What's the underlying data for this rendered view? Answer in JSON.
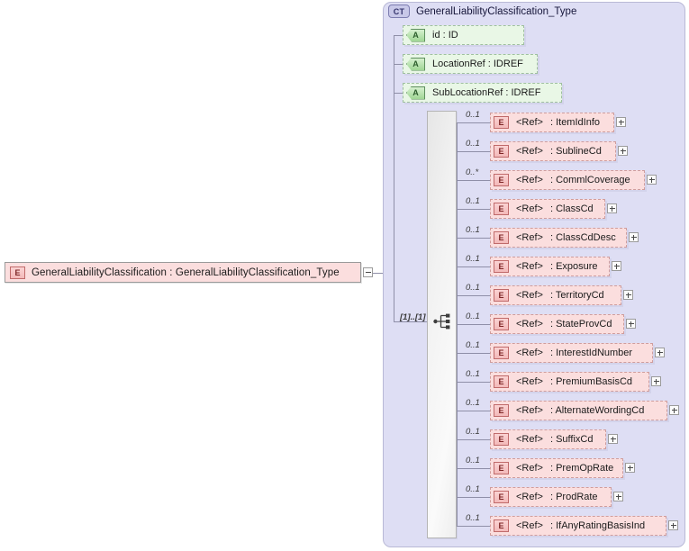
{
  "diagram": {
    "kind": "xsd-schema-diagram",
    "root_element": {
      "icon": "element-icon",
      "icon_letter": "E",
      "label": "GeneralLiabilityClassification : GeneralLiabilityClassification_Type",
      "toggle": "minus"
    },
    "complex_type": {
      "badge": "CT",
      "name": "GeneralLiabilityClassification_Type",
      "attributes": [
        {
          "icon_letter": "A",
          "label": "id            : ID",
          "width": 135
        },
        {
          "icon_letter": "A",
          "label": "LocationRef : IDREF",
          "width": 150
        },
        {
          "icon_letter": "A",
          "label": "SubLocationRef : IDREF",
          "width": 177
        }
      ],
      "compositor": {
        "type": "sequence",
        "cardinality": "[1]..[1]"
      },
      "elements": [
        {
          "icon_letter": "E",
          "ref": "<Ref>",
          "name": ": ItemIdInfo",
          "cardinality": "0..1",
          "width": 138,
          "toggle": "plus"
        },
        {
          "icon_letter": "E",
          "ref": "<Ref>",
          "name": ": SublineCd",
          "cardinality": "0..1",
          "width": 140,
          "toggle": "plus"
        },
        {
          "icon_letter": "E",
          "ref": "<Ref>",
          "name": ": CommlCoverage",
          "cardinality": "0..*",
          "width": 172,
          "toggle": "plus"
        },
        {
          "icon_letter": "E",
          "ref": "<Ref>",
          "name": ": ClassCd",
          "cardinality": "0..1",
          "width": 128,
          "toggle": "plus"
        },
        {
          "icon_letter": "E",
          "ref": "<Ref>",
          "name": ": ClassCdDesc",
          "cardinality": "0..1",
          "width": 152,
          "toggle": "plus"
        },
        {
          "icon_letter": "E",
          "ref": "<Ref>",
          "name": ": Exposure",
          "cardinality": "0..1",
          "width": 133,
          "toggle": "plus"
        },
        {
          "icon_letter": "E",
          "ref": "<Ref>",
          "name": ": TerritoryCd",
          "cardinality": "0..1",
          "width": 146,
          "toggle": "plus"
        },
        {
          "icon_letter": "E",
          "ref": "<Ref>",
          "name": ": StateProvCd",
          "cardinality": "0..1",
          "width": 149,
          "toggle": "plus"
        },
        {
          "icon_letter": "E",
          "ref": "<Ref>",
          "name": ": InterestIdNumber",
          "cardinality": "0..1",
          "width": 181,
          "toggle": "plus"
        },
        {
          "icon_letter": "E",
          "ref": "<Ref>",
          "name": ": PremiumBasisCd",
          "cardinality": "0..1",
          "width": 177,
          "toggle": "plus"
        },
        {
          "icon_letter": "E",
          "ref": "<Ref>",
          "name": ": AlternateWordingCd",
          "cardinality": "0..1",
          "width": 197,
          "toggle": "plus"
        },
        {
          "icon_letter": "E",
          "ref": "<Ref>",
          "name": ": SuffixCd",
          "cardinality": "0..1",
          "width": 129,
          "toggle": "plus"
        },
        {
          "icon_letter": "E",
          "ref": "<Ref>",
          "name": ": PremOpRate",
          "cardinality": "0..1",
          "width": 148,
          "toggle": "plus"
        },
        {
          "icon_letter": "E",
          "ref": "<Ref>",
          "name": ": ProdRate",
          "cardinality": "0..1",
          "width": 135,
          "toggle": "plus"
        },
        {
          "icon_letter": "E",
          "ref": "<Ref>",
          "name": ": IfAnyRatingBasisInd",
          "cardinality": "0..1",
          "width": 196,
          "toggle": "plus"
        }
      ]
    },
    "colors": {
      "element_fill": "#fbdede",
      "element_border": "#cf9d9d",
      "attribute_fill": "#e9f7e6",
      "attribute_border": "#9fbf9f",
      "container_fill": "#dedef4",
      "container_border": "#b9b9d6",
      "connector": "#8f8fa8"
    }
  }
}
